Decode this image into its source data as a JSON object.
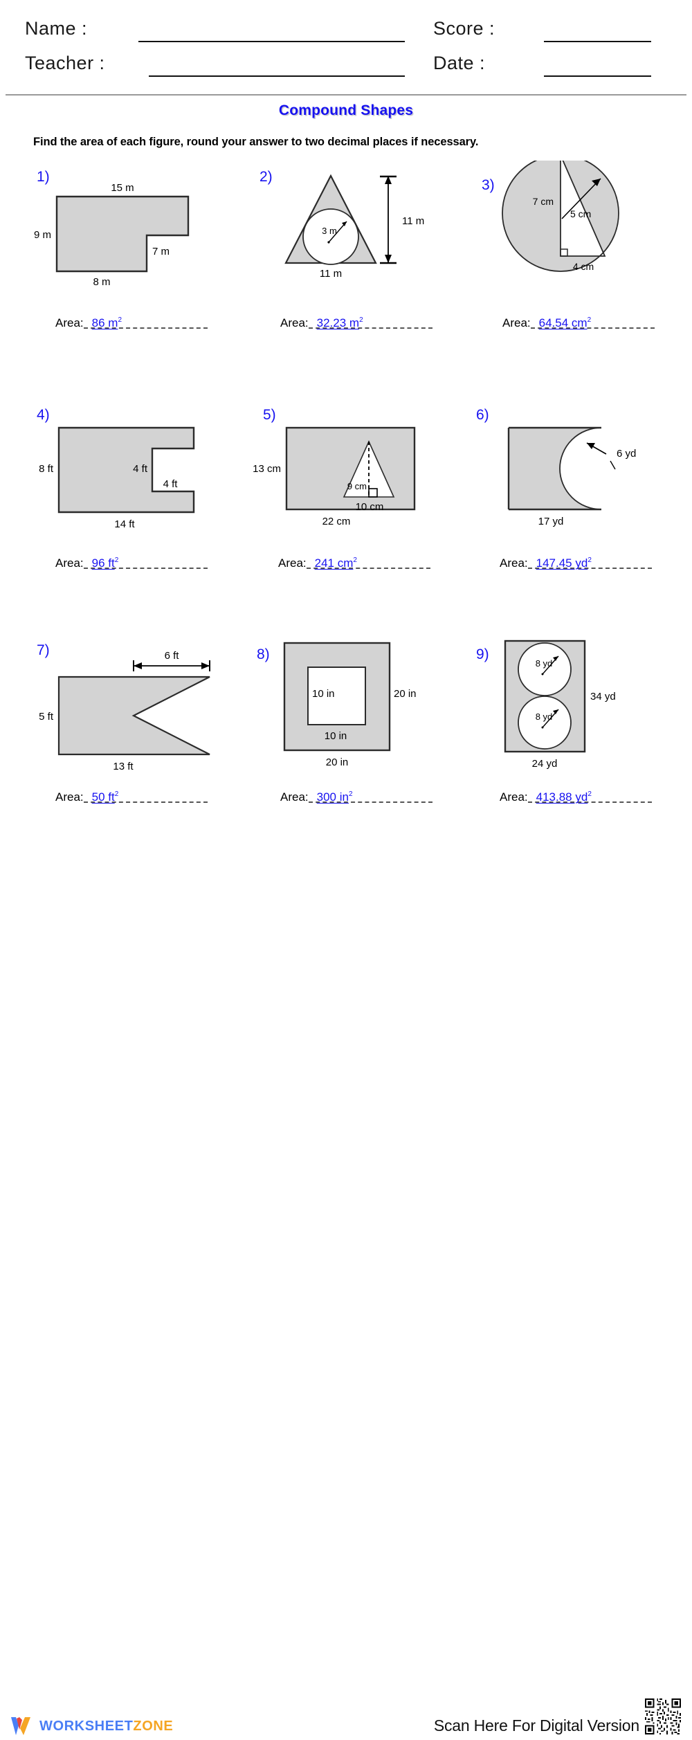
{
  "header": {
    "name_label": "Name :",
    "teacher_label": "Teacher :",
    "score_label": "Score :",
    "date_label": "Date :",
    "name_value": "",
    "teacher_value": "",
    "score_value": "",
    "date_value": ""
  },
  "title": "Compound Shapes",
  "instructions": "Find the area of each figure, round your answer to two decimal places if necessary.",
  "answer_label": "Area:",
  "colors": {
    "accent_blue": "#1712f0",
    "shape_fill": "#d3d3d3",
    "shape_stroke": "#2b2b2b",
    "divider": "#9a9a9a",
    "logo_blue": "#4a7ef5",
    "logo_orange": "#f5a524",
    "logo_red": "#e8453c"
  },
  "problems": [
    {
      "number": "1)",
      "shape": "l-shape",
      "labels": {
        "top": "15 m",
        "left": "9 m",
        "inner_right": "7 m",
        "bottom": "8 m"
      },
      "answer": "86 m",
      "answer_exp": "2"
    },
    {
      "number": "2)",
      "shape": "triangle-minus-circle",
      "labels": {
        "radius": "3 m",
        "height": "11 m",
        "base": "11 m"
      },
      "answer": "32.23 m",
      "answer_exp": "2"
    },
    {
      "number": "3)",
      "shape": "circle-minus-right-triangle",
      "labels": {
        "leg_vertical": "7 cm",
        "radius": "5 cm",
        "leg_horizontal": "4 cm"
      },
      "answer": "64.54 cm",
      "answer_exp": "2"
    },
    {
      "number": "4)",
      "shape": "rectangle-with-notch",
      "labels": {
        "left": "8 ft",
        "notch_height": "4 ft",
        "notch_width": "4 ft",
        "bottom": "14 ft"
      },
      "answer": "96 ft",
      "answer_exp": "2"
    },
    {
      "number": "5)",
      "shape": "rectangle-minus-triangle",
      "labels": {
        "left": "13 cm",
        "tri_height": "9 cm",
        "tri_base": "10 cm",
        "bottom": "22 cm"
      },
      "answer": "241 cm",
      "answer_exp": "2"
    },
    {
      "number": "6)",
      "shape": "rectangle-minus-semicircle",
      "labels": {
        "radius": "6 yd",
        "bottom": "17 yd"
      },
      "answer": "147.45 yd",
      "answer_exp": "2"
    },
    {
      "number": "7)",
      "shape": "rectangle-minus-triangle-notch",
      "labels": {
        "notch_depth": "6 ft",
        "left": "5 ft",
        "bottom": "13 ft"
      },
      "answer": "50 ft",
      "answer_exp": "2"
    },
    {
      "number": "8)",
      "shape": "square-minus-square",
      "labels": {
        "inner_left": "10 in",
        "right": "20 in",
        "inner_bottom": "10 in",
        "bottom": "20 in"
      },
      "answer": "300 in",
      "answer_exp": "2"
    },
    {
      "number": "9)",
      "shape": "rectangle-minus-two-circles",
      "labels": {
        "radius_top": "8 yd",
        "radius_bottom": "8 yd",
        "right": "34 yd",
        "bottom": "24 yd"
      },
      "answer": "413.88 yd",
      "answer_exp": "2"
    }
  ],
  "footer": {
    "logo_text_1": "WORKSHEET",
    "logo_text_2": "ZONE",
    "scan_text": "Scan Here For Digital Version",
    "qr_alt": "qr-code"
  }
}
